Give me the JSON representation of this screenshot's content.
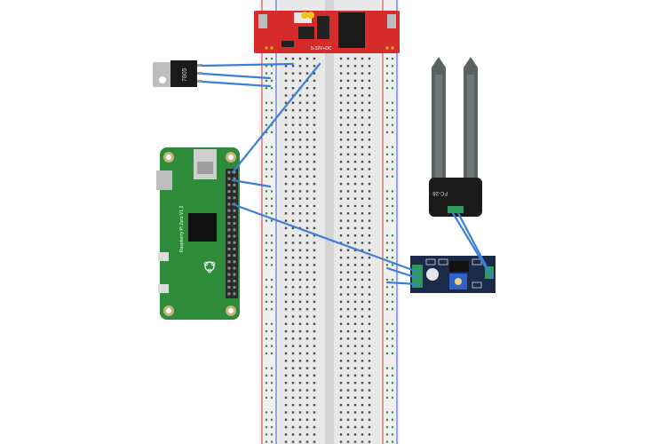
{
  "breadboard": {
    "rail_positive_color": "#d43a3a",
    "rail_negative_color": "#3b5bdb",
    "hole_color": "#4a4a4a",
    "body_color": "#e6e6e6"
  },
  "power_module": {
    "label": "5-32V+DC",
    "color": "#d62b2b"
  },
  "regulator": {
    "label": "7805"
  },
  "pi_zero": {
    "label": "Raspberry Pi Zero V1.2",
    "board_color": "#2e8b3a"
  },
  "probe": {
    "label": "FC-28",
    "color": "#5a6363"
  },
  "sensor_module": {
    "color": "#1c2a4a"
  },
  "wire_color": "#3d7fd6",
  "icons": [
    "raspberry-logo-icon"
  ]
}
